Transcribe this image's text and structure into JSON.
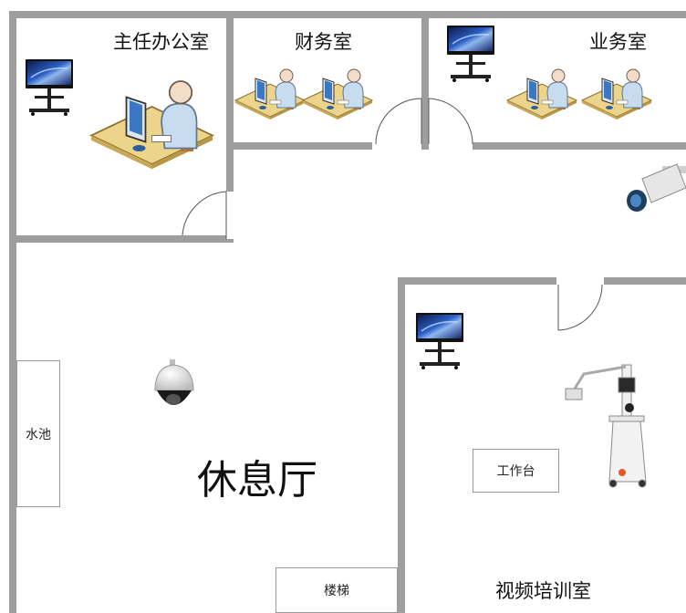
{
  "rooms": {
    "director_office": "主任办公室",
    "finance": "财务室",
    "business": "业务室",
    "lounge": "休息厅",
    "training": "视频培训室"
  },
  "fixtures": {
    "sink": "水池",
    "stairs": "楼梯",
    "workbench": "工作台"
  },
  "devices": {
    "display": "display-screen-icon",
    "workstation": "staff-workstation-icon",
    "bullet_camera": "bullet-camera-icon",
    "dome_camera": "dome-camera-icon",
    "medical_cart": "medical-camera-cart-icon"
  },
  "colors": {
    "wall": "#9e9e9e",
    "desk": "#ecd48a",
    "person": "#c8dcef",
    "screen": "#1e3a86"
  }
}
